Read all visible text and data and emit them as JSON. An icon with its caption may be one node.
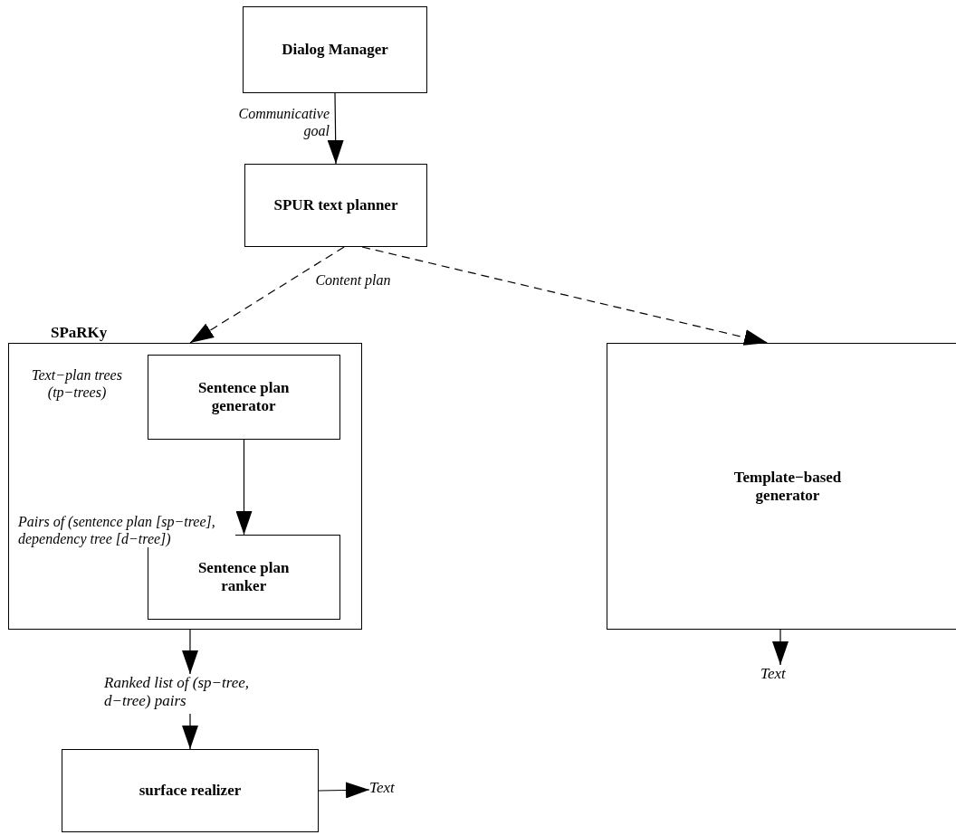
{
  "diagram": {
    "nodes": [
      {
        "text": [
          "Dialog Manager"
        ]
      },
      {
        "text": [
          "SPUR text planner"
        ]
      },
      {
        "text": [
          "SPaRKy"
        ]
      },
      {
        "text": [
          "Sentence plan generator"
        ],
        "in": 2
      },
      {
        "text": [
          "Sentence plan ranker"
        ],
        "in": 2
      },
      {
        "text": [
          "Template−based generator"
        ]
      },
      {
        "text": [
          "Text"
        ]
      },
      {
        "text": [
          "Ranked list of (sp−tree, d−tree) pairs"
        ]
      },
      {
        "text": [
          "surface realizer"
        ]
      },
      {
        "text": [
          "Text"
        ]
      }
    ],
    "edges": [
      {
        "from": 0,
        "to": 1,
        "arrow": "to",
        "label": "Communicative goal"
      },
      {
        "from": 1,
        "to": 2,
        "arrow": "to",
        "style": "dashed",
        "label": "Content plan"
      },
      {
        "from": 1,
        "to": 5,
        "arrow": "to",
        "style": "dashed"
      },
      {
        "from": 3,
        "to": 4,
        "arrow": "to",
        "label": "Pairs of (sentence plan [sp−tree], dependency tree [d−tree])"
      },
      {
        "from": 2,
        "to": 7,
        "arrow": "to"
      },
      {
        "from": 7,
        "to": 8,
        "arrow": "to"
      },
      {
        "from": 5,
        "to": 6,
        "arrow": "to"
      },
      {
        "from": 8,
        "to": 9,
        "arrow": "to"
      }
    ],
    "labels": [
      "Text−plan trees (tp−trees)"
    ]
  }
}
